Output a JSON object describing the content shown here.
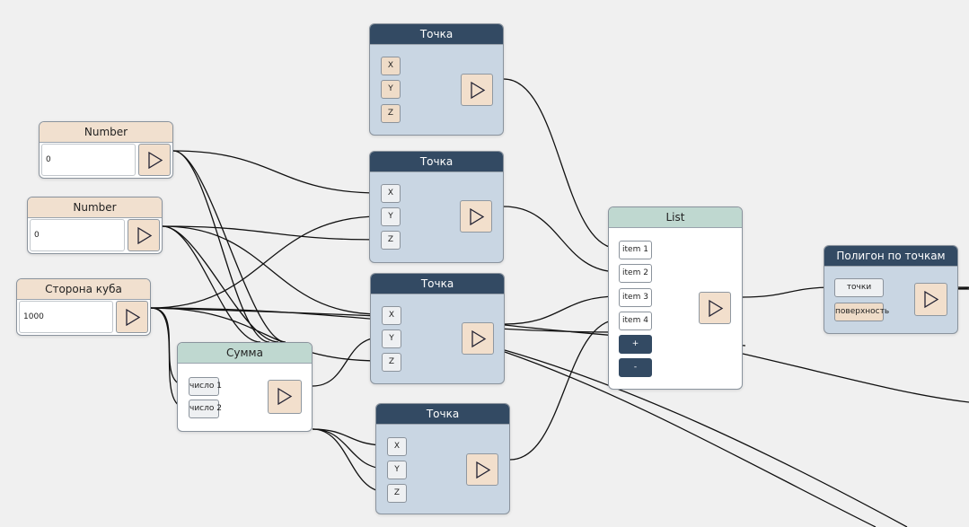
{
  "colors": {
    "canvas": "#f0f0f0",
    "header_dark": "#334a63",
    "header_peach": "#f1e0cf",
    "header_mint": "#bfd8d0",
    "node_body_blue": "#c9d6e3",
    "pin_peach": "#efdcc8",
    "wire": "#111111"
  },
  "run_icon": "play-icon",
  "number_nodes": [
    {
      "title": "Number",
      "value": "0"
    },
    {
      "title": "Number",
      "value": "0"
    },
    {
      "title": "Сторона куба",
      "value": "1000"
    }
  ],
  "sum_node": {
    "title": "Сумма",
    "inputs": [
      "число 1",
      "число 2"
    ]
  },
  "point_nodes": [
    {
      "title": "Точка",
      "inputs": [
        "X",
        "Y",
        "Z"
      ]
    },
    {
      "title": "Точка",
      "inputs": [
        "X",
        "Y",
        "Z"
      ]
    },
    {
      "title": "Точка",
      "inputs": [
        "X",
        "Y",
        "Z"
      ]
    },
    {
      "title": "Точка",
      "inputs": [
        "X",
        "Y",
        "Z"
      ]
    }
  ],
  "list_node": {
    "title": "List",
    "items": [
      "item 1",
      "item 2",
      "item 3",
      "item 4"
    ],
    "add_label": "+",
    "remove_label": "-"
  },
  "polygon_node": {
    "title": "Полигон по точкам",
    "inputs": [
      "точки",
      "поверхность"
    ]
  }
}
